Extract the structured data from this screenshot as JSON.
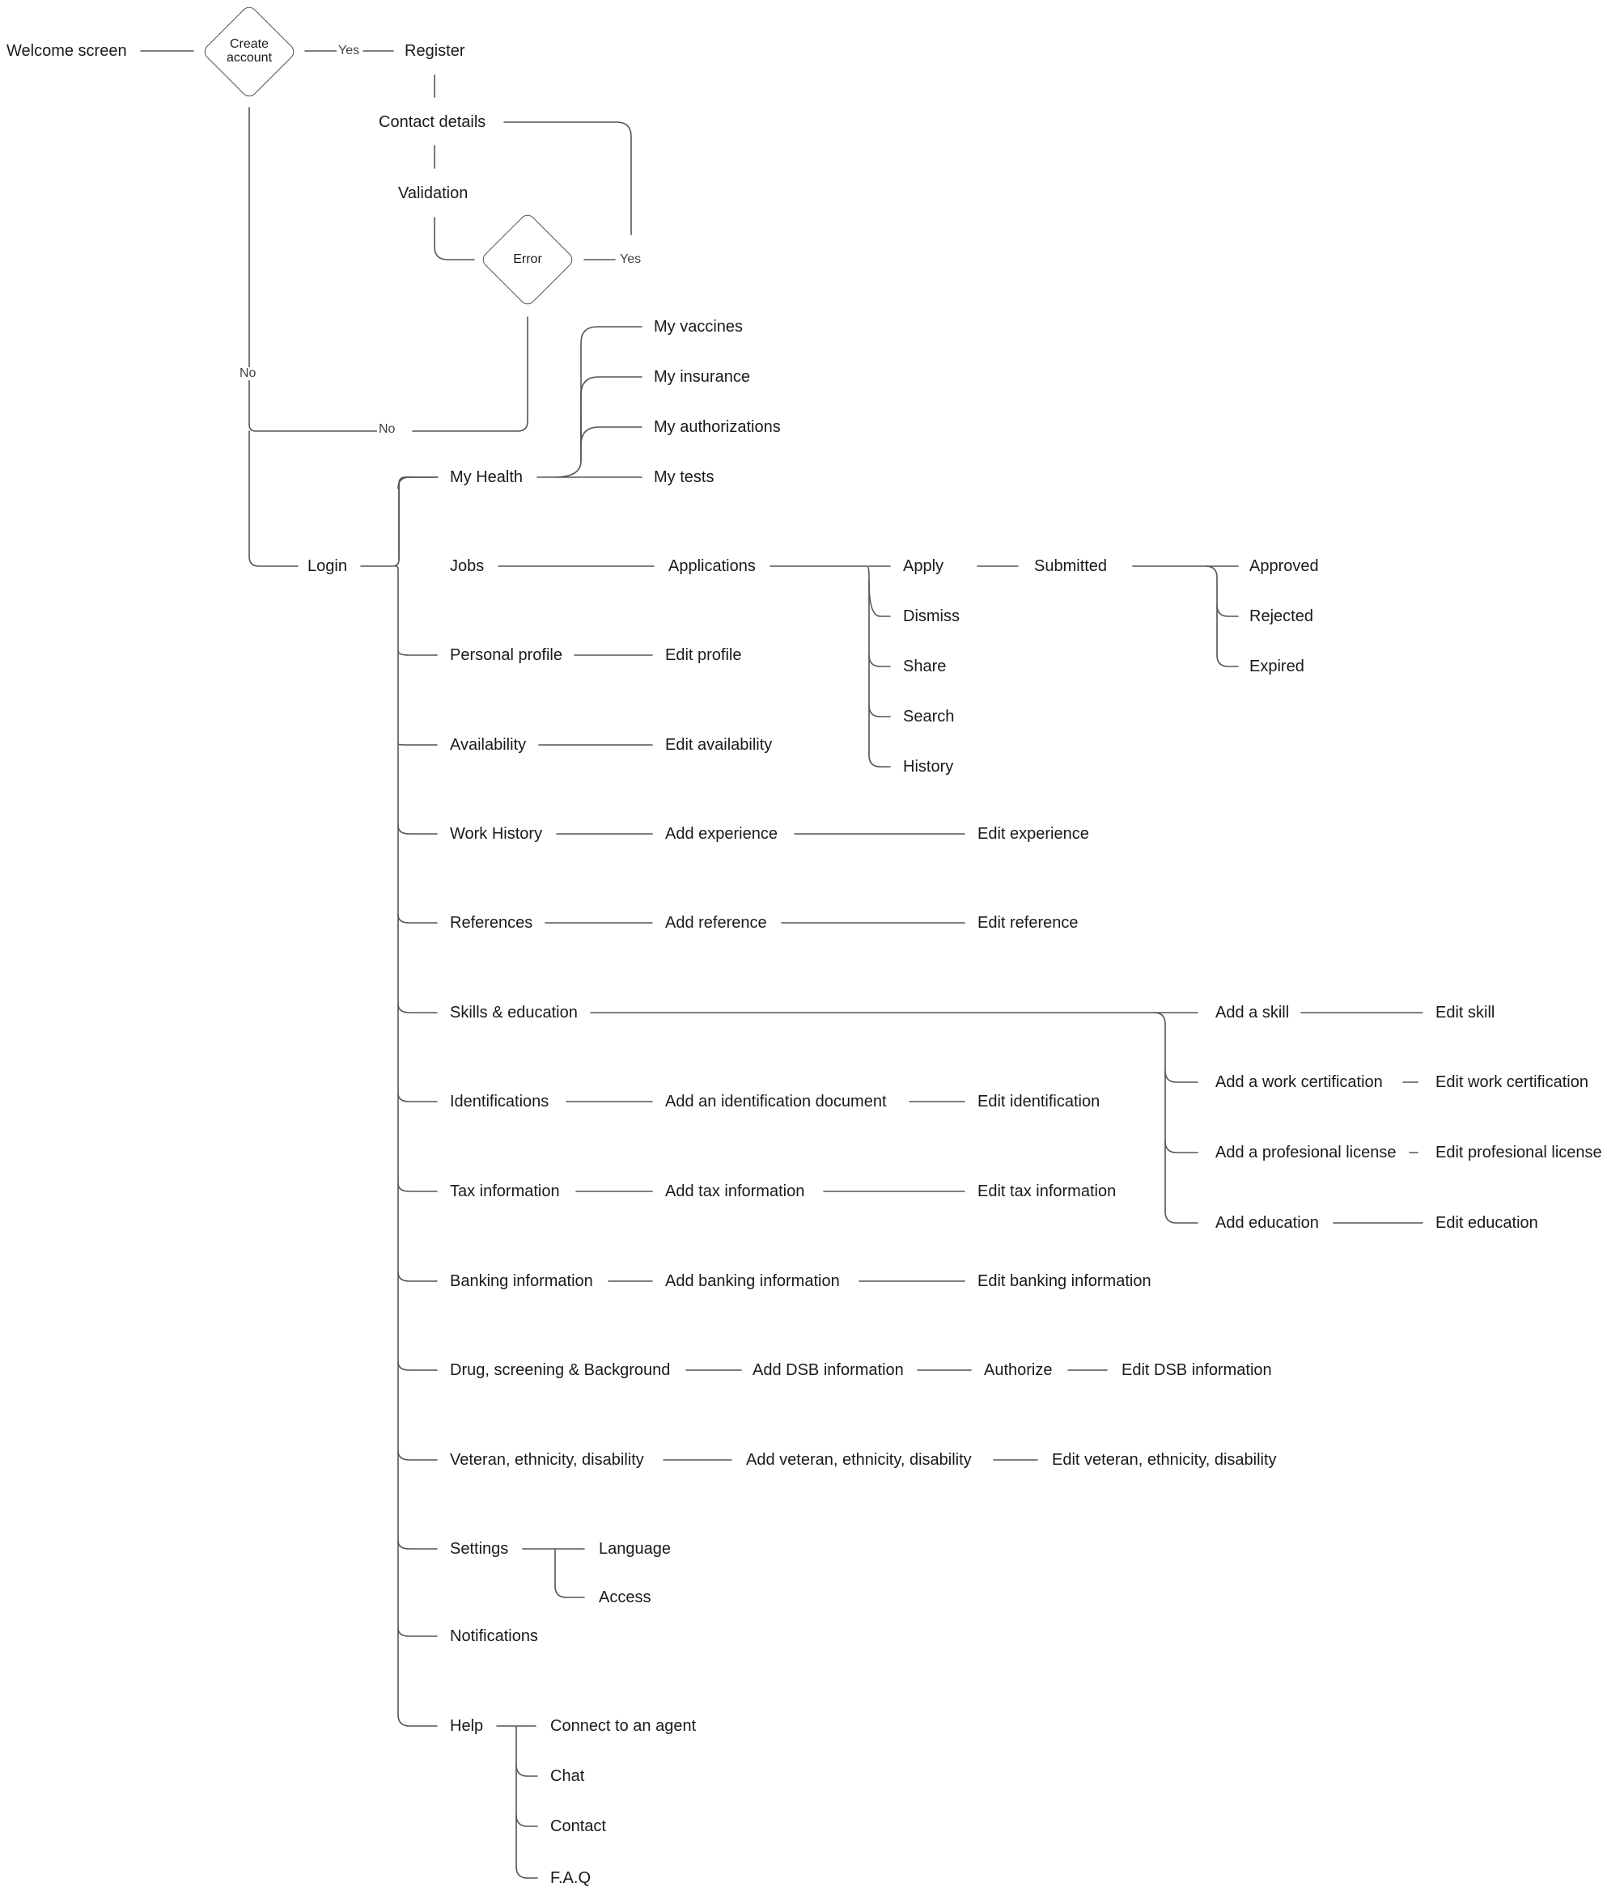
{
  "flow": {
    "welcome": "Welcome screen",
    "create_account": "Create\naccount",
    "yes_1": "Yes",
    "register": "Register",
    "contact_details": "Contact details",
    "validation": "Validation",
    "error": "Error",
    "yes_2": "Yes",
    "no_1": "No",
    "no_2": "No",
    "login": "Login"
  },
  "health": {
    "label": "My Health",
    "items": [
      "My vaccines",
      "My insurance",
      "My authorizations",
      "My tests"
    ]
  },
  "jobs": {
    "label": "Jobs",
    "applications": "Applications",
    "actions": [
      "Apply",
      "Dismiss",
      "Share",
      "Search",
      "History"
    ],
    "submitted": "Submitted",
    "statuses": [
      "Approved",
      "Rejected",
      "Expired"
    ]
  },
  "personal_profile": {
    "label": "Personal profile",
    "edit": "Edit profile"
  },
  "availability": {
    "label": "Availability",
    "edit": "Edit availability"
  },
  "work_history": {
    "label": "Work History",
    "add": "Add experience",
    "edit": "Edit experience"
  },
  "references": {
    "label": "References",
    "add": "Add reference",
    "edit": "Edit reference"
  },
  "skills": {
    "label": "Skills & education",
    "add_skill": "Add a skill",
    "edit_skill": "Edit skill",
    "add_cert": "Add a work certification",
    "edit_cert": "Edit work certification",
    "add_license": "Add a profesional license",
    "edit_license": "Edit profesional license",
    "add_education": "Add education",
    "edit_education": "Edit education"
  },
  "identifications": {
    "label": "Identifications",
    "add": "Add an identification document",
    "edit": "Edit identification"
  },
  "tax": {
    "label": "Tax information",
    "add": "Add tax information",
    "edit": "Edit tax information"
  },
  "banking": {
    "label": "Banking information",
    "add": "Add banking information",
    "edit": "Edit banking information"
  },
  "drug": {
    "label": "Drug, screening & Background",
    "add": "Add DSB information",
    "authorize": "Authorize",
    "edit": "Edit DSB information"
  },
  "veteran": {
    "label": "Veteran, ethnicity, disability",
    "add": "Add veteran, ethnicity, disability",
    "edit": "Edit veteran, ethnicity, disability"
  },
  "settings": {
    "label": "Settings",
    "items": [
      "Language",
      "Access"
    ]
  },
  "notifications": {
    "label": "Notifications"
  },
  "help": {
    "label": "Help",
    "items": [
      "Connect to an agent",
      "Chat",
      "Contact",
      "F.A.Q"
    ]
  }
}
